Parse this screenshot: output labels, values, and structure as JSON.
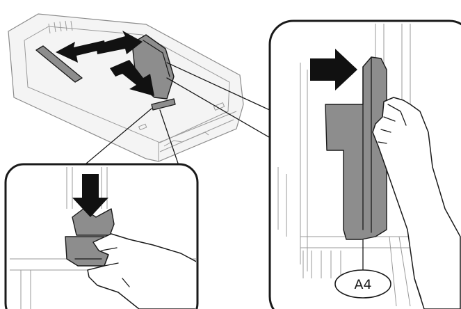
{
  "diagram": {
    "paper_size_label": "A4",
    "colors": {
      "guide_fill": "#8d8d8d",
      "outline": "#1a1a1a",
      "arrow": "#111111",
      "tray_fill": "#f4f4f4"
    },
    "icons": [
      "paper-cassette",
      "edge-guide",
      "hand",
      "push-arrow",
      "slide-arrow"
    ]
  }
}
